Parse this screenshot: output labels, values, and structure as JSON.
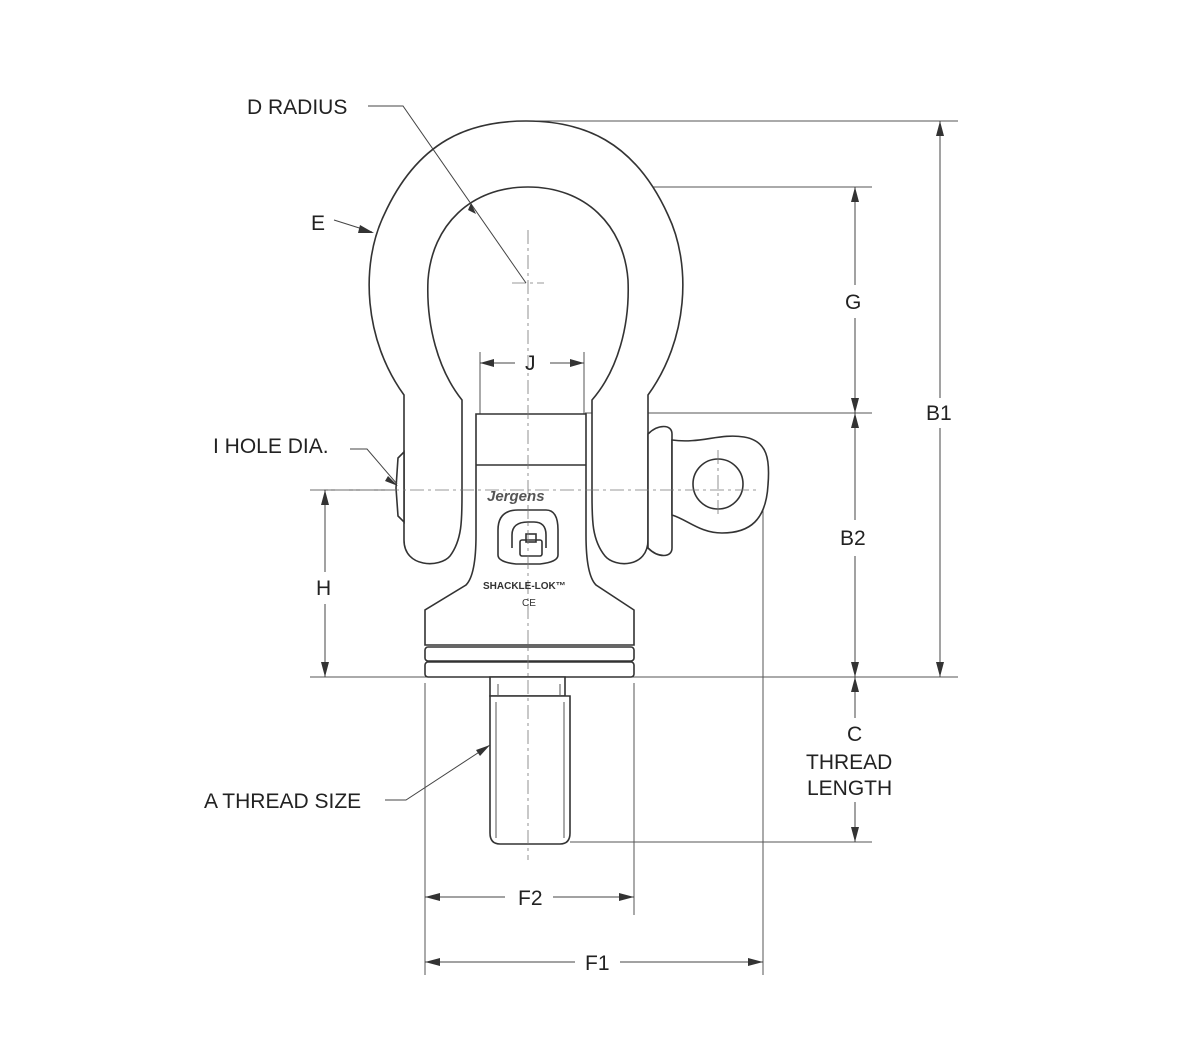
{
  "labels": {
    "d_radius": "D RADIUS",
    "e": "E",
    "g": "G",
    "j": "J",
    "b1": "B1",
    "b2": "B2",
    "i_hole_dia": "I HOLE DIA.",
    "h": "H",
    "c": "C",
    "thread_length_1": "THREAD",
    "thread_length_2": "LENGTH",
    "a_thread_size": "A THREAD SIZE",
    "f2": "F2",
    "f1": "F1"
  },
  "markings": {
    "brand": "Jergens",
    "product": "SHACKLE-LOK™",
    "ce_mark": "CE"
  }
}
